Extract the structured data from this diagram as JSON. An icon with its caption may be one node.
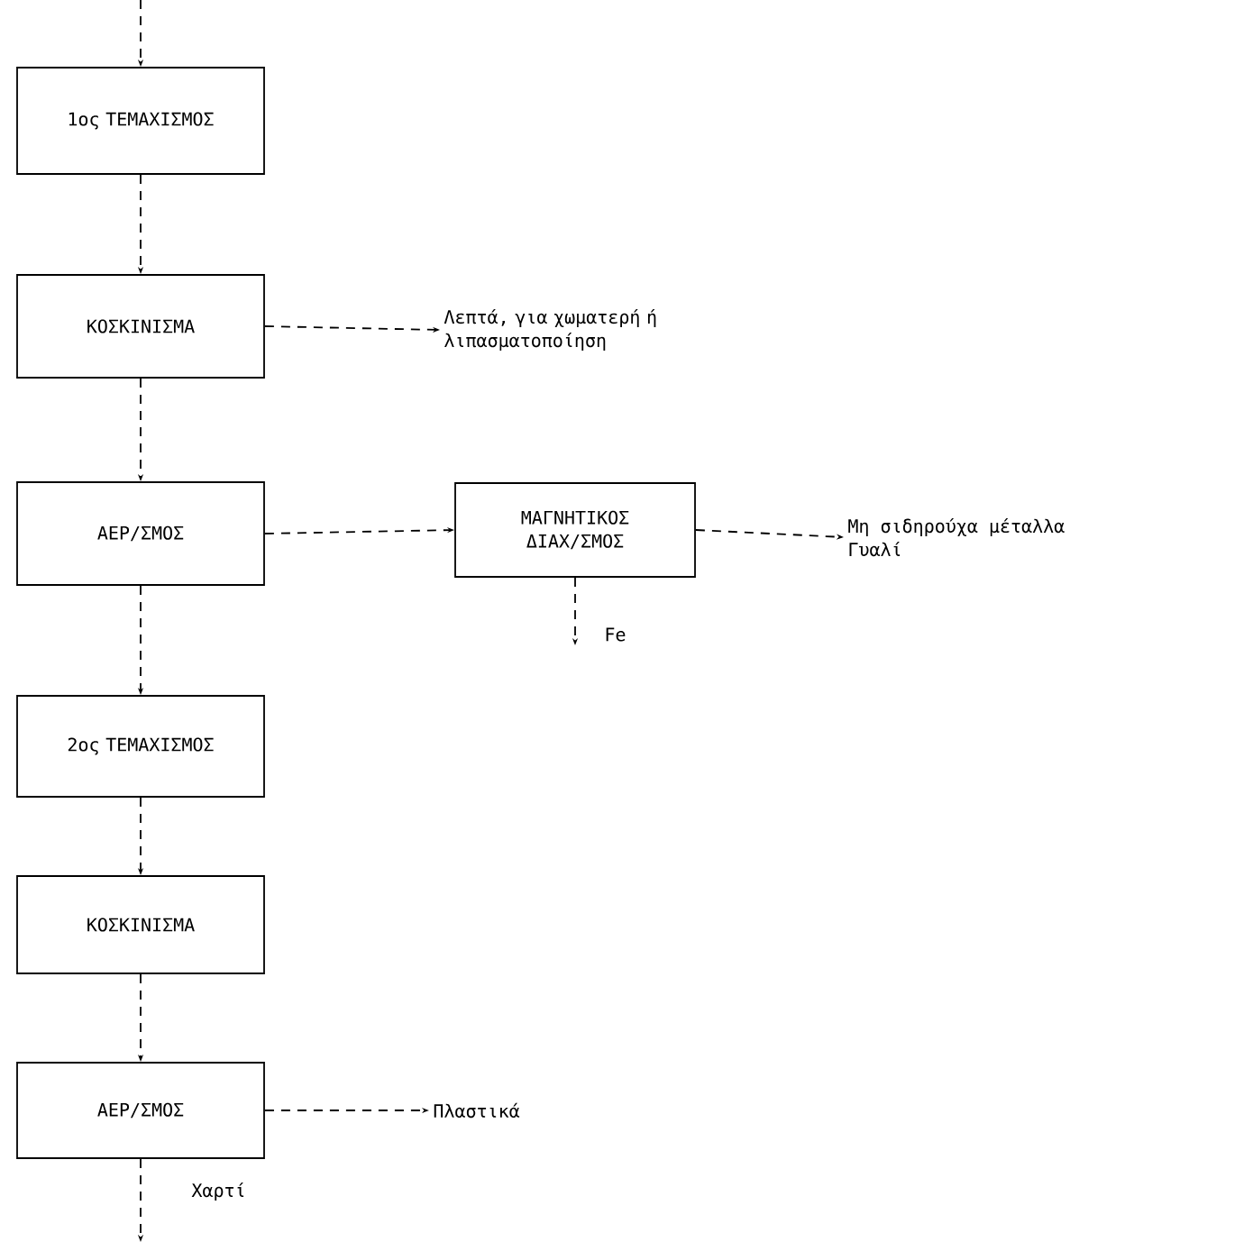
{
  "diagram": {
    "nodes": [
      {
        "text": [
          "1ος ΤΕΜΑΧΙΣΜΟΣ"
        ]
      },
      {
        "text": [
          "ΚΟΣΚΙΝΙΣΜΑ"
        ]
      },
      {
        "text": [
          "ΑΕΡ/ΣΜΟΣ"
        ]
      },
      {
        "text": [
          "ΜΑΓΝΗΤΙΚΟΣ ΔΙΑΧ/ΣΜΟΣ"
        ]
      },
      {
        "text": [
          "2ος ΤΕΜΑΧΙΣΜΟΣ"
        ]
      },
      {
        "text": [
          "ΚΟΣΚΙΝΙΣΜΑ"
        ]
      },
      {
        "text": [
          "ΑΕΡ/ΣΜΟΣ"
        ]
      },
      {
        "text": [
          "Λεπτά, για χωματερή ή λιπασματοποίηση"
        ]
      },
      {
        "text": [
          "Μη σιδηρούχα μέταλλα",
          "Γυαλί"
        ]
      },
      {
        "text": [
          "Πλαστικά"
        ]
      }
    ],
    "edges": [
      {
        "from": null,
        "to": 0,
        "arrow": "to",
        "style": "dashed"
      },
      {
        "from": 0,
        "to": 1,
        "arrow": "to",
        "style": "dashed"
      },
      {
        "from": 1,
        "to": 7,
        "arrow": "to",
        "style": "dashed"
      },
      {
        "from": 1,
        "to": 2,
        "arrow": "to",
        "style": "dashed"
      },
      {
        "from": 2,
        "to": 3,
        "arrow": "to",
        "style": "dashed"
      },
      {
        "from": 3,
        "to": 8,
        "arrow": "to",
        "style": "dashed"
      },
      {
        "from": 3,
        "to": null,
        "arrow": "to",
        "style": "dashed",
        "label": "Fe"
      },
      {
        "from": 2,
        "to": 4,
        "arrow": "to",
        "style": "dashed"
      },
      {
        "from": 4,
        "to": 5,
        "arrow": "to",
        "style": "dashed"
      },
      {
        "from": 5,
        "to": 6,
        "arrow": "to",
        "style": "dashed"
      },
      {
        "from": 6,
        "to": 9,
        "arrow": "to",
        "style": "dashed"
      },
      {
        "from": 6,
        "to": null,
        "arrow": "to",
        "style": "dashed",
        "label": "Χαρτί"
      }
    ]
  }
}
